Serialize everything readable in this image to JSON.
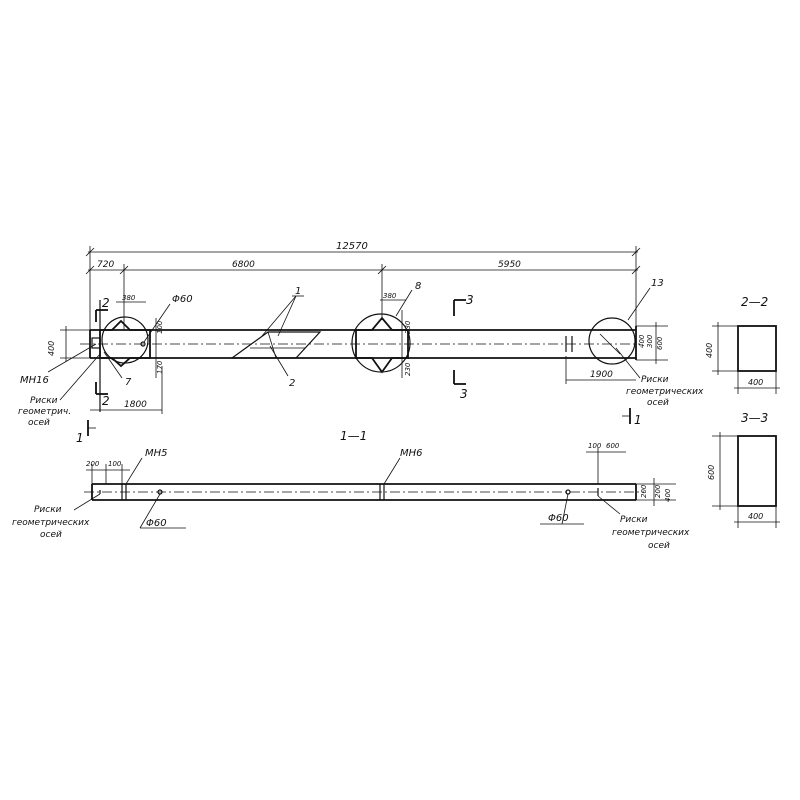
{
  "dims": {
    "total_length": "12570",
    "left_end": "720",
    "left_part": "6800",
    "right_part": "5950",
    "left_hole_pos": "380",
    "left_depth": "1800",
    "left_height": "400",
    "left_v1": "100",
    "left_v2": "170",
    "node_top": "380",
    "node_v1": "230",
    "node_v2": "230",
    "right_v1": "400",
    "right_v2": "300",
    "right_v3": "600",
    "right_len": "1900",
    "side_200": "200",
    "side_100": "100",
    "side_r_100": "100",
    "side_r_600": "600",
    "side_r_v1": "200",
    "side_r_v2": "200",
    "side_r_v3": "400"
  },
  "labels": {
    "phi_top": "Φ60",
    "phi_bottom_left": "Φ60",
    "phi_bottom_right": "Φ60",
    "mark_1": "1",
    "mark_2": "2",
    "mark_7": "7",
    "mark_8": "8",
    "mark_13": "13",
    "mn_left": "МН16",
    "mn_side_left": "МН5",
    "mn_side_mid": "МН6",
    "riski_left_1": "Риски",
    "riski_left_2": "геометрич.",
    "riski_left_3": "осей",
    "riski_right_1": "Риски",
    "riski_right_2": "геометрических",
    "riski_right_3": "осей",
    "riski_bl_1": "Риски",
    "riski_bl_2": "геометрических",
    "riski_bl_3": "осей",
    "riski_br_1": "Риски",
    "riski_br_2": "геометрических",
    "riski_br_3": "осей"
  },
  "sections": {
    "cut_2a": "2",
    "cut_2b": "2",
    "cut_3a": "3",
    "cut_3b": "3",
    "cut_1a": "1",
    "cut_1b": "1",
    "view_11": "1—1",
    "view_22": "2—2",
    "view_33": "3—3"
  },
  "section_22": {
    "height": "400",
    "width": "400"
  },
  "section_33": {
    "height": "600",
    "width": "400"
  }
}
